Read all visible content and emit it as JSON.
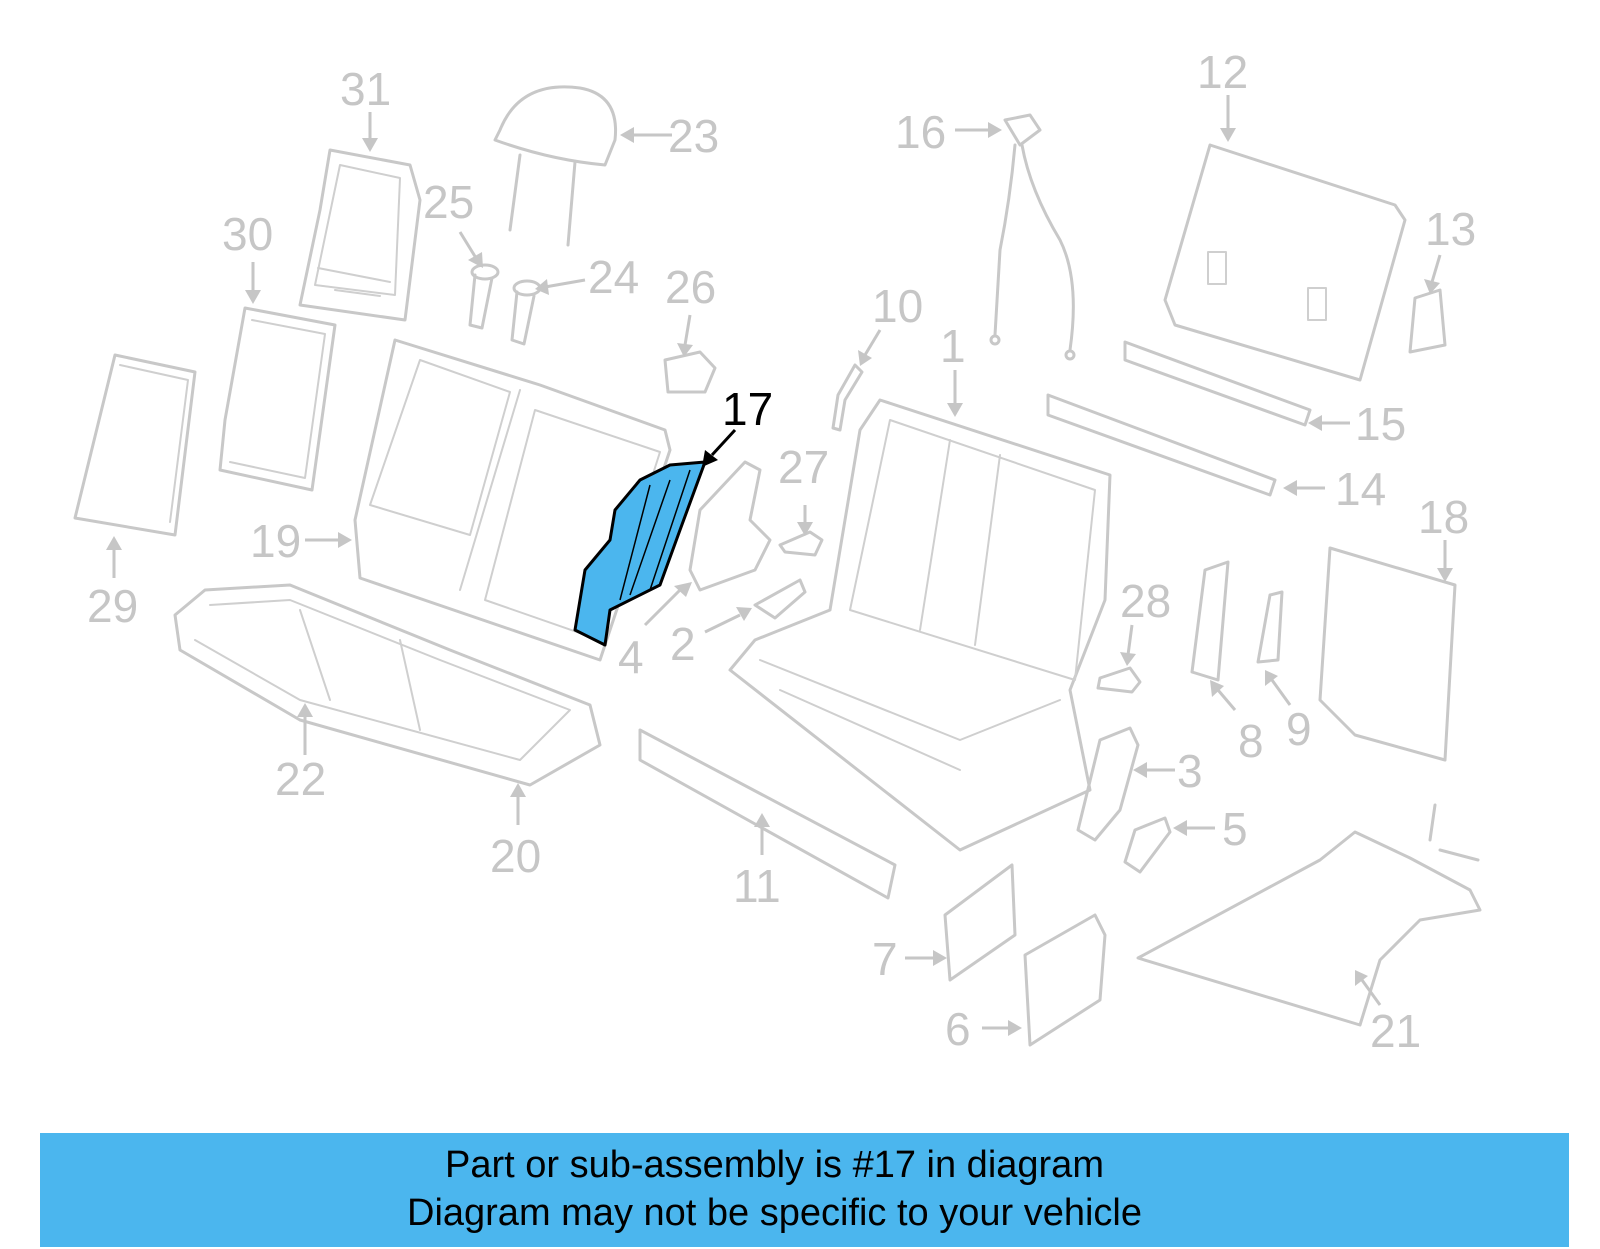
{
  "diagram": {
    "highlight_color": "#4bb6ee",
    "line_color": "#c8c8c8",
    "highlighted_part": "17",
    "callouts": [
      "1",
      "2",
      "3",
      "4",
      "5",
      "6",
      "7",
      "8",
      "9",
      "10",
      "11",
      "12",
      "13",
      "14",
      "15",
      "16",
      "17",
      "18",
      "19",
      "20",
      "21",
      "22",
      "23",
      "24",
      "25",
      "26",
      "27",
      "28",
      "29",
      "30",
      "31"
    ]
  },
  "banner": {
    "line1": "Part or sub-assembly is #17 in diagram",
    "line2": "Diagram may not be specific to your vehicle",
    "color": "#4bb6ee"
  }
}
